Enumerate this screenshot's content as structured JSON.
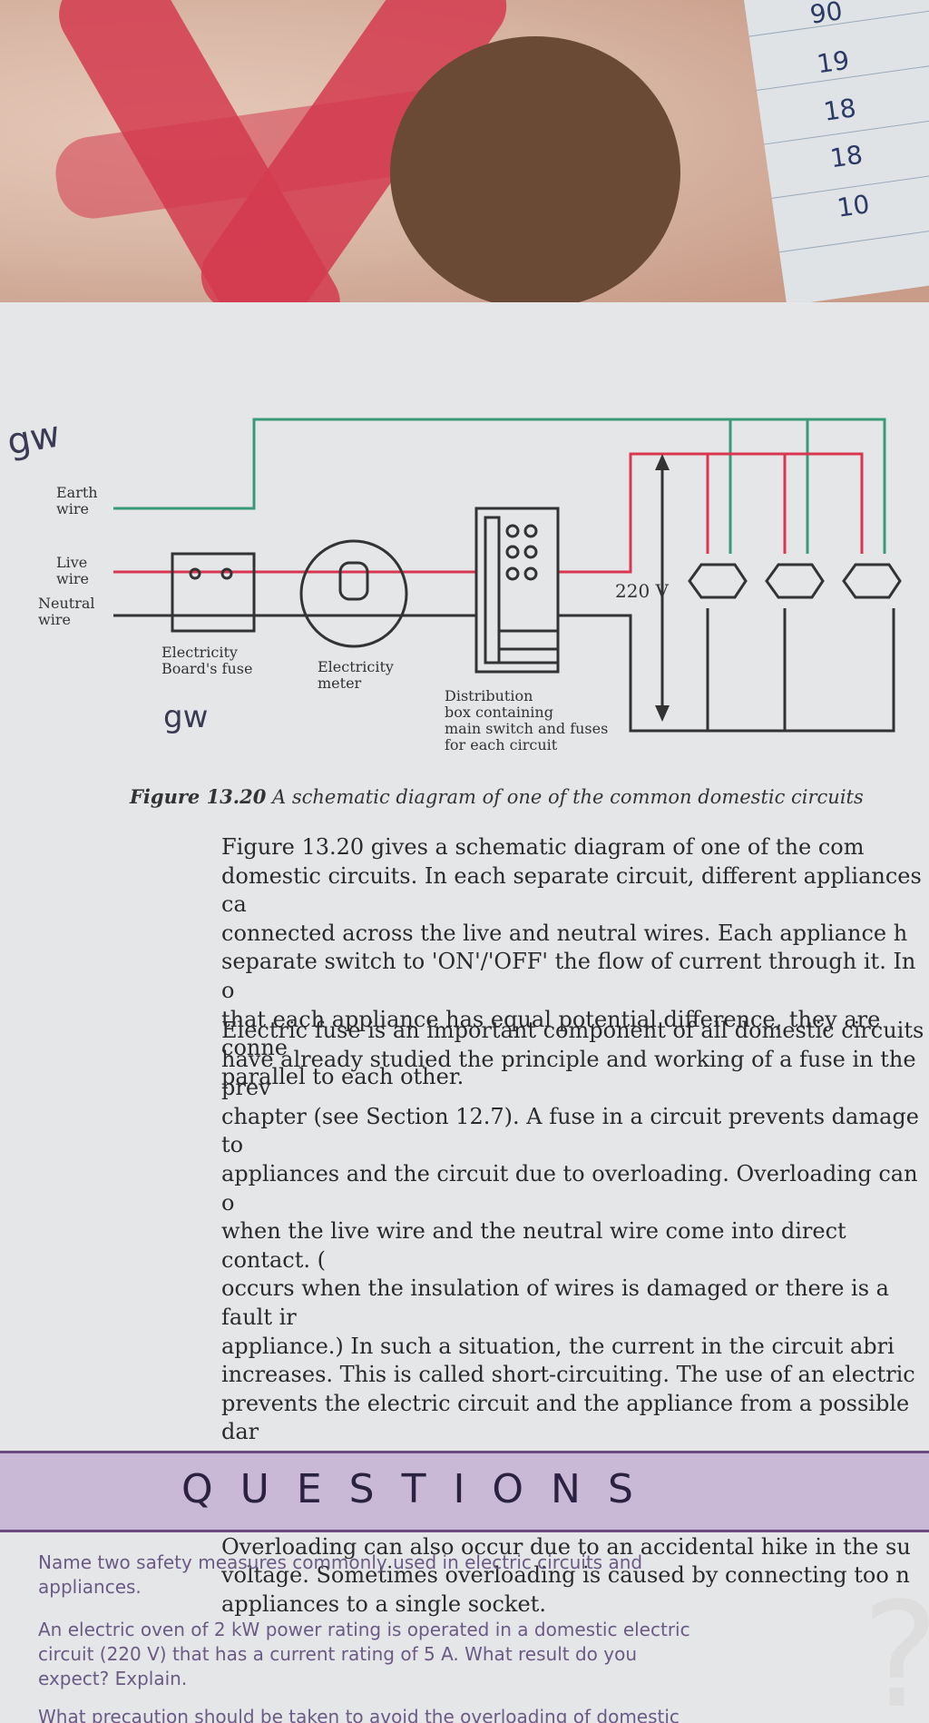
{
  "notebook": {
    "numbers": [
      "90",
      "19",
      "18",
      "18",
      "10"
    ]
  },
  "diagram": {
    "earth_label": "Earth\nwire",
    "live_label": "Live\nwire",
    "neutral_label": "Neutral\nwire",
    "fuse_label": "Electricity\nBoard's fuse",
    "meter_label": "Electricity\nmeter",
    "box_label": "Distribution\nbox containing\nmain switch and fuses\nfor each circuit",
    "voltage": "220 V",
    "colors": {
      "earth": "#3a9a78",
      "live": "#d8374f",
      "neutral": "#333333"
    }
  },
  "caption": {
    "figure_no": "Figure 13.20",
    "text": " A schematic diagram of one of the common domestic circuits"
  },
  "paragraphs": [
    "Figure 13.20 gives a schematic diagram of one of the com\ndomestic circuits. In each separate circuit, different appliances ca\nconnected across the live and neutral wires. Each appliance h\nseparate switch to 'ON'/'OFF' the flow of current through it. In o\nthat each appliance has equal potential difference, they are conne\nparallel to each other.",
    "Electric fuse is an important component of all domestic circuits\nhave already studied the principle and working of a fuse in the prev\nchapter (see Section 12.7). A fuse in a circuit prevents damage to\nappliances and the circuit due to overloading. Overloading can o\nwhen the live wire and the neutral wire come into direct contact. (\noccurs when the insulation of wires is damaged or there is a fault ir\nappliance.) In such a situation, the current in the circuit abri\nincreases. This is called short-circuiting. The use of an electric\nprevents the electric circuit and the appliance from a possible dar\nby stopping the flow of unduly high electric current. The Joule hea\nthat takes place in the fuse melts it to break the electric cir\nOverloading can also occur due to an accidental hike in the su\nvoltage. Sometimes overloading is caused by connecting too n\nappliances to a single socket."
  ],
  "questions_banner": "QUESTIONS",
  "questions": [
    "Name two safety measures commonly used in electric circuits and\nappliances.",
    "An electric oven of 2 kW power rating is operated in a domestic electric\ncircuit (220 V) that has a current rating of 5 A. What result do you\nexpect? Explain.",
    "What precaution should be taken to avoid the overloading of domestic"
  ],
  "handwriting": {
    "top_left": "gw",
    "bottom": "gw"
  }
}
